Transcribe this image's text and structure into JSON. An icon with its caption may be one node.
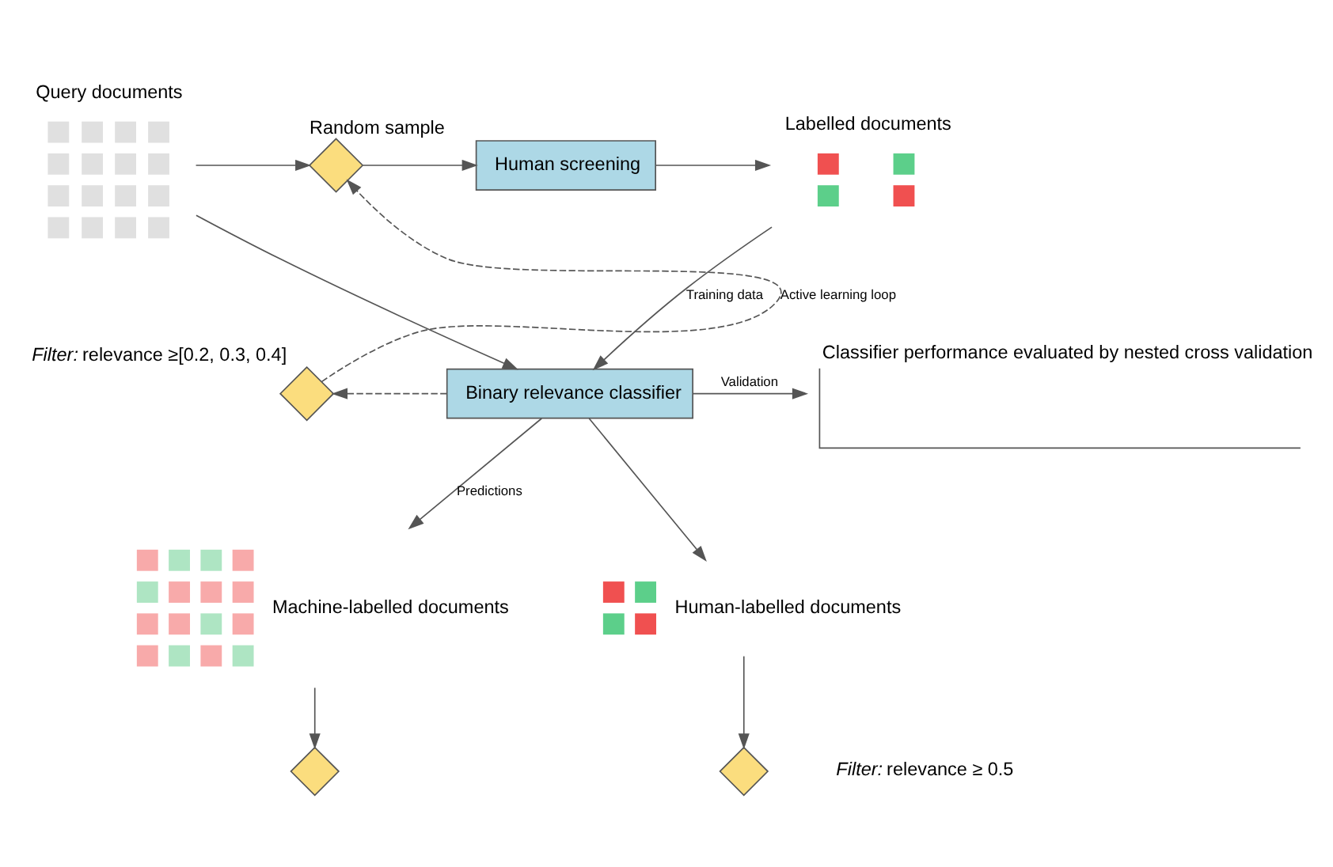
{
  "diagram": {
    "nodes": [
      {
        "text": [
          "Query documents"
        ]
      },
      {
        "text": [
          "Random sample"
        ]
      },
      {
        "text": [
          "Human screening"
        ]
      },
      {
        "text": [
          "Labelled documents"
        ]
      },
      {
        "text": [
          "Binary relevance classifier"
        ]
      },
      {
        "text": [
          "*Filter:* relevance ≥[0.2, 0.3, 0.4]"
        ]
      },
      {
        "text": [
          "Classifier performance evaluated by nested cross validation"
        ]
      },
      {
        "text": [
          "Machine-labelled documents"
        ]
      },
      {
        "text": [
          "Human-labelled documents"
        ]
      },
      {
        "text": [],
        "shape": "diamond"
      },
      {
        "text": [],
        "shape": "diamond"
      }
    ],
    "edges": [
      {
        "from": 0,
        "to": 1,
        "arrow": "to"
      },
      {
        "from": 1,
        "to": 2,
        "arrow": "to"
      },
      {
        "from": 2,
        "to": 3,
        "arrow": "to"
      },
      {
        "from": 0,
        "to": 4,
        "arrow": "to"
      },
      {
        "from": 3,
        "to": 4,
        "arrow": "to",
        "label": "Training data"
      },
      {
        "from": 4,
        "to": 5,
        "arrow": "to",
        "style": "dashed"
      },
      {
        "from": 5,
        "to": 1,
        "arrow": "to",
        "style": "dashed",
        "label": "Active learning loop"
      },
      {
        "from": 4,
        "to": 6,
        "arrow": "to",
        "label": "Validation"
      },
      {
        "from": 4,
        "to": 7,
        "arrow": "to",
        "label": "Predictions"
      },
      {
        "from": 4,
        "to": 8,
        "arrow": "to"
      },
      {
        "from": 7,
        "to": 9,
        "arrow": "to"
      },
      {
        "from": 8,
        "to": 10,
        "arrow": "to"
      }
    ],
    "labels": [
      "*Filter:* relevance ≥ 0.5"
    ]
  }
}
